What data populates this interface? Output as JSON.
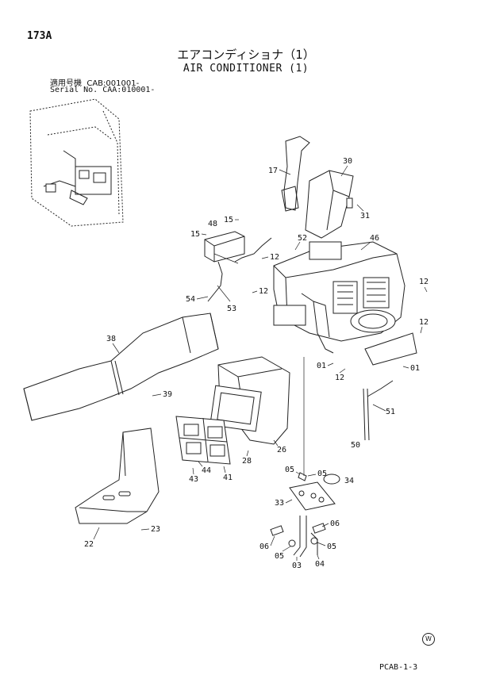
{
  "header": {
    "page_number": "173A",
    "title_jp": "エアコンディショナ（1）",
    "title_en": "AIR CONDITIONER (1)",
    "serial_line1": "適用号機  CAB:001001-",
    "serial_line2": "Serial No. CAA:010001-"
  },
  "footer": {
    "code": "PCAB-1-3",
    "mark": "W"
  },
  "callouts": [
    {
      "id": "17",
      "label": "17"
    },
    {
      "id": "30",
      "label": "30"
    },
    {
      "id": "31",
      "label": "31"
    },
    {
      "id": "15a",
      "label": "15"
    },
    {
      "id": "48",
      "label": "48"
    },
    {
      "id": "15b",
      "label": "15"
    },
    {
      "id": "52",
      "label": "52"
    },
    {
      "id": "46",
      "label": "46"
    },
    {
      "id": "12a",
      "label": "12"
    },
    {
      "id": "12b",
      "label": "12"
    },
    {
      "id": "54",
      "label": "54"
    },
    {
      "id": "53",
      "label": "53"
    },
    {
      "id": "12c",
      "label": "12"
    },
    {
      "id": "12d",
      "label": "12"
    },
    {
      "id": "38",
      "label": "38"
    },
    {
      "id": "01a",
      "label": "01"
    },
    {
      "id": "12e",
      "label": "12"
    },
    {
      "id": "01b",
      "label": "01"
    },
    {
      "id": "39",
      "label": "39"
    },
    {
      "id": "51",
      "label": "51"
    },
    {
      "id": "50",
      "label": "50"
    },
    {
      "id": "26",
      "label": "26"
    },
    {
      "id": "28",
      "label": "28"
    },
    {
      "id": "44",
      "label": "44"
    },
    {
      "id": "43",
      "label": "43"
    },
    {
      "id": "41",
      "label": "41"
    },
    {
      "id": "05a",
      "label": "05"
    },
    {
      "id": "05b",
      "label": "05"
    },
    {
      "id": "34",
      "label": "34"
    },
    {
      "id": "33",
      "label": "33"
    },
    {
      "id": "23",
      "label": "23"
    },
    {
      "id": "22",
      "label": "22"
    },
    {
      "id": "06a",
      "label": "06"
    },
    {
      "id": "06b",
      "label": "06"
    },
    {
      "id": "05c",
      "label": "05"
    },
    {
      "id": "05d",
      "label": "05"
    },
    {
      "id": "03",
      "label": "03"
    },
    {
      "id": "04",
      "label": "04"
    }
  ]
}
